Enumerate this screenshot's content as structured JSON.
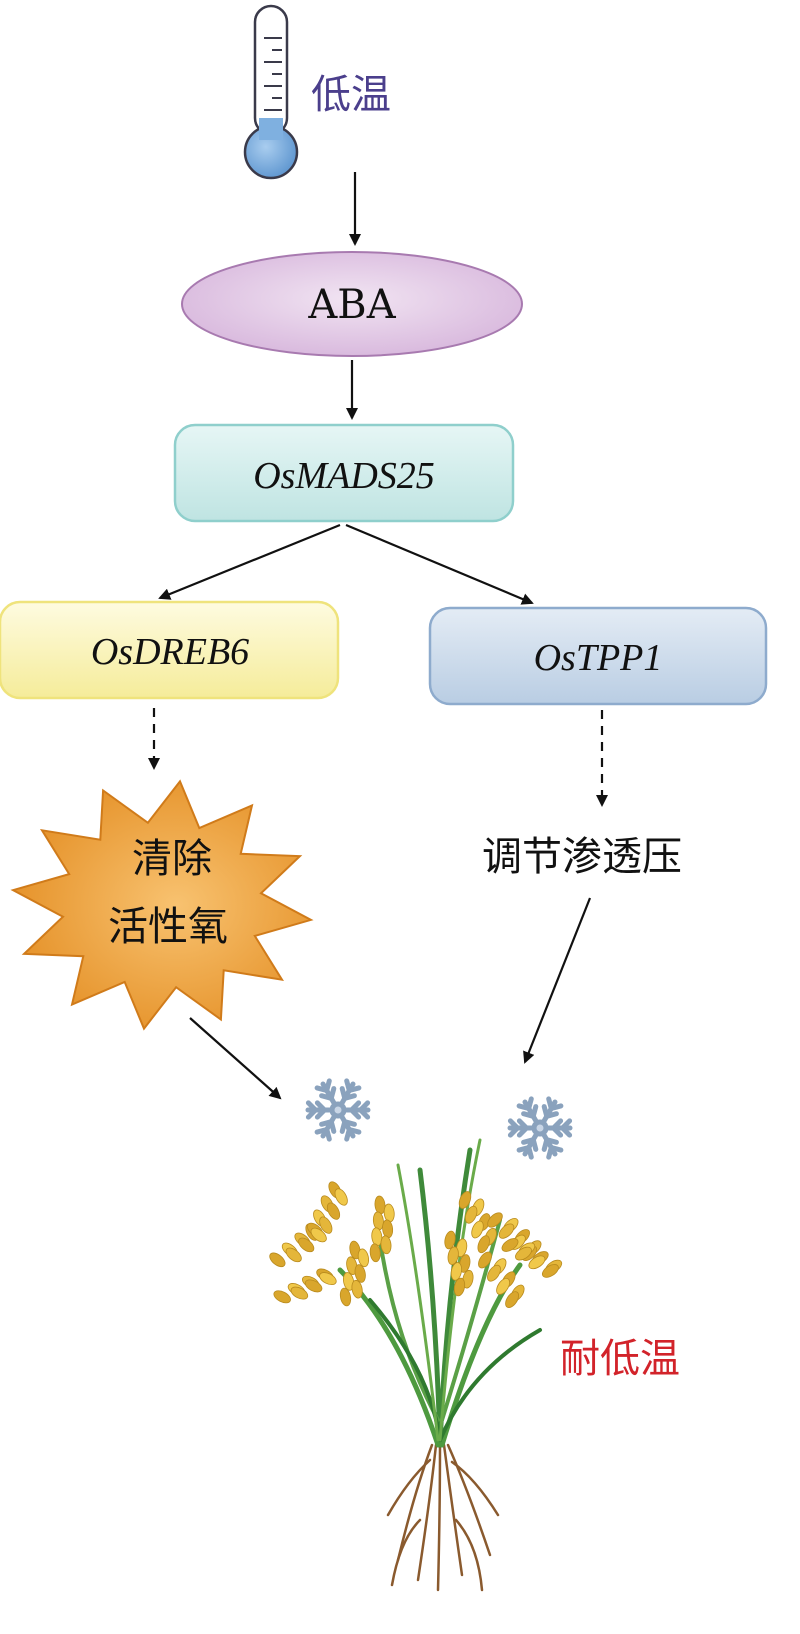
{
  "stimulus": {
    "label": "低温"
  },
  "hormone": {
    "label": "ABA"
  },
  "regulator": {
    "label": "OsMADS25"
  },
  "targets": [
    {
      "label": "OsDREB6",
      "effect": "清除\n活性氧"
    },
    {
      "label": "OsTPP1",
      "effect": "调节渗透压"
    }
  ],
  "outcome": {
    "label": "耐低温"
  },
  "colors": {
    "stimulus_text": "#4b3f8c",
    "outcome_text": "#d2232a",
    "aba_fill": "#e6cfe8",
    "osmads25_fill": "#d8f0ef",
    "osdreb6_fill": "#fbf6c6",
    "ostpp1_fill": "#d6e2ef",
    "star_fill": "#f0a438"
  }
}
